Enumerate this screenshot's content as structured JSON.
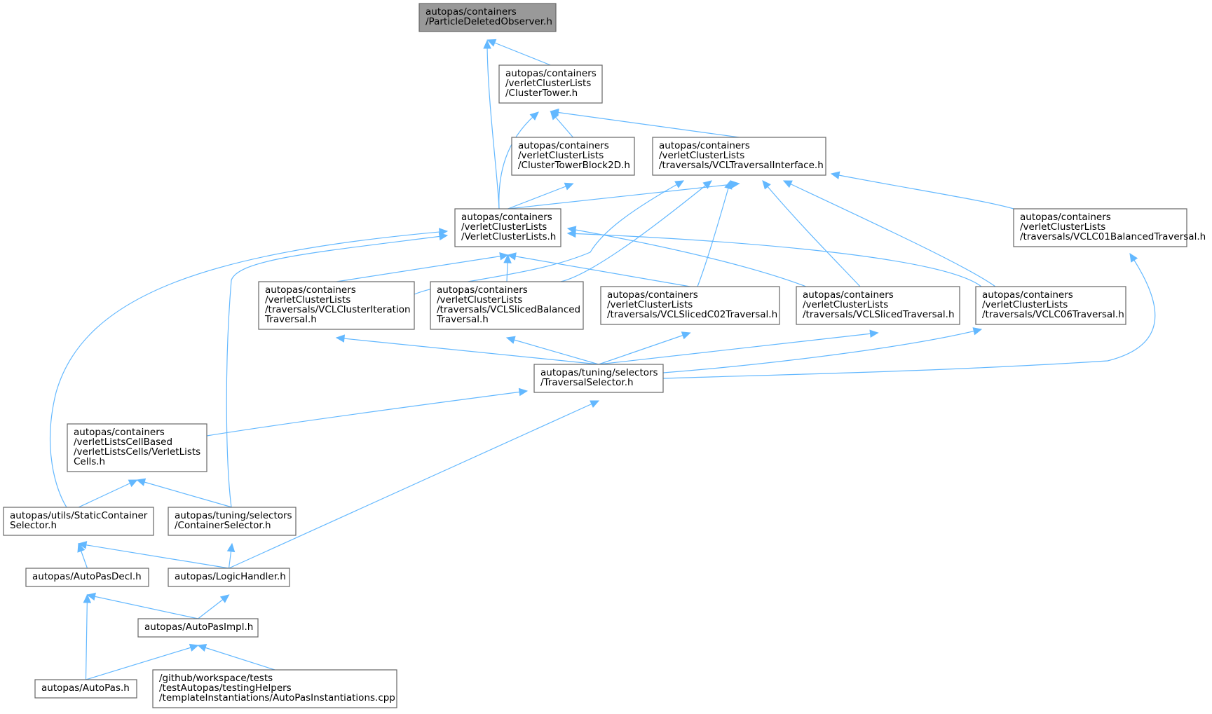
{
  "colors": {
    "edge": "#63b8ff",
    "node_border": "#666666",
    "root_fill": "#999999",
    "node_fill": "#ffffff"
  },
  "nodes": [
    {
      "id": "n0",
      "lines": [
        "autopas/containers",
        "/ParticleDeletedObserver.h"
      ],
      "root": true
    },
    {
      "id": "n1",
      "lines": [
        "autopas/containers",
        "/verletClusterLists",
        "/ClusterTower.h"
      ]
    },
    {
      "id": "n2",
      "lines": [
        "autopas/containers",
        "/verletClusterLists",
        "/ClusterTowerBlock2D.h"
      ]
    },
    {
      "id": "n3",
      "lines": [
        "autopas/containers",
        "/verletClusterLists",
        "/traversals/VCLTraversalInterface.h"
      ]
    },
    {
      "id": "n4",
      "lines": [
        "autopas/containers",
        "/verletClusterLists",
        "/VerletClusterLists.h"
      ]
    },
    {
      "id": "n5",
      "lines": [
        "autopas/containers",
        "/verletClusterLists",
        "/traversals/VCLC01BalancedTraversal.h"
      ]
    },
    {
      "id": "n6",
      "lines": [
        "autopas/containers",
        "/verletClusterLists",
        "/traversals/VCLClusterIteration",
        "Traversal.h"
      ]
    },
    {
      "id": "n7",
      "lines": [
        "autopas/containers",
        "/verletClusterLists",
        "/traversals/VCLSlicedBalanced",
        "Traversal.h"
      ]
    },
    {
      "id": "n8",
      "lines": [
        "autopas/containers",
        "/verletClusterLists",
        "/traversals/VCLSlicedC02Traversal.h"
      ]
    },
    {
      "id": "n9",
      "lines": [
        "autopas/containers",
        "/verletClusterLists",
        "/traversals/VCLSlicedTraversal.h"
      ]
    },
    {
      "id": "n10",
      "lines": [
        "autopas/containers",
        "/verletClusterLists",
        "/traversals/VCLC06Traversal.h"
      ]
    },
    {
      "id": "n11",
      "lines": [
        "autopas/tuning/selectors",
        "/TraversalSelector.h"
      ]
    },
    {
      "id": "n12",
      "lines": [
        "autopas/containers",
        "/verletListsCellBased",
        "/verletListsCells/VerletLists",
        "Cells.h"
      ]
    },
    {
      "id": "n13",
      "lines": [
        "autopas/utils/StaticContainer",
        "Selector.h"
      ]
    },
    {
      "id": "n14",
      "lines": [
        "autopas/tuning/selectors",
        "/ContainerSelector.h"
      ]
    },
    {
      "id": "n15",
      "lines": [
        "autopas/AutoPasDecl.h"
      ]
    },
    {
      "id": "n16",
      "lines": [
        "autopas/LogicHandler.h"
      ]
    },
    {
      "id": "n17",
      "lines": [
        "autopas/AutoPasImpl.h"
      ]
    },
    {
      "id": "n18",
      "lines": [
        "autopas/AutoPas.h"
      ]
    },
    {
      "id": "n19",
      "lines": [
        "/github/workspace/tests",
        "/testAutopas/testingHelpers",
        "/templateInstantiations/AutoPasInstantiations.cpp"
      ]
    }
  ],
  "edges": [
    {
      "from": "n0",
      "to": "n1"
    },
    {
      "from": "n0",
      "to": "n4"
    },
    {
      "from": "n1",
      "to": "n2"
    },
    {
      "from": "n1",
      "to": "n3"
    },
    {
      "from": "n1",
      "to": "n4"
    },
    {
      "from": "n2",
      "to": "n4"
    },
    {
      "from": "n3",
      "to": "n4"
    },
    {
      "from": "n3",
      "to": "n5"
    },
    {
      "from": "n3",
      "to": "n6"
    },
    {
      "from": "n3",
      "to": "n7"
    },
    {
      "from": "n3",
      "to": "n8"
    },
    {
      "from": "n3",
      "to": "n9"
    },
    {
      "from": "n3",
      "to": "n10"
    },
    {
      "from": "n4",
      "to": "n6"
    },
    {
      "from": "n4",
      "to": "n7"
    },
    {
      "from": "n4",
      "to": "n8"
    },
    {
      "from": "n4",
      "to": "n9"
    },
    {
      "from": "n4",
      "to": "n10"
    },
    {
      "from": "n4",
      "to": "n13"
    },
    {
      "from": "n4",
      "to": "n14"
    },
    {
      "from": "n5",
      "to": "n11"
    },
    {
      "from": "n6",
      "to": "n11"
    },
    {
      "from": "n7",
      "to": "n11"
    },
    {
      "from": "n8",
      "to": "n11"
    },
    {
      "from": "n9",
      "to": "n11"
    },
    {
      "from": "n10",
      "to": "n11"
    },
    {
      "from": "n11",
      "to": "n12"
    },
    {
      "from": "n11",
      "to": "n16"
    },
    {
      "from": "n12",
      "to": "n13"
    },
    {
      "from": "n12",
      "to": "n14"
    },
    {
      "from": "n13",
      "to": "n15"
    },
    {
      "from": "n13",
      "to": "n16"
    },
    {
      "from": "n14",
      "to": "n16"
    },
    {
      "from": "n15",
      "to": "n17"
    },
    {
      "from": "n15",
      "to": "n18"
    },
    {
      "from": "n16",
      "to": "n17"
    },
    {
      "from": "n17",
      "to": "n18"
    },
    {
      "from": "n17",
      "to": "n19"
    }
  ]
}
